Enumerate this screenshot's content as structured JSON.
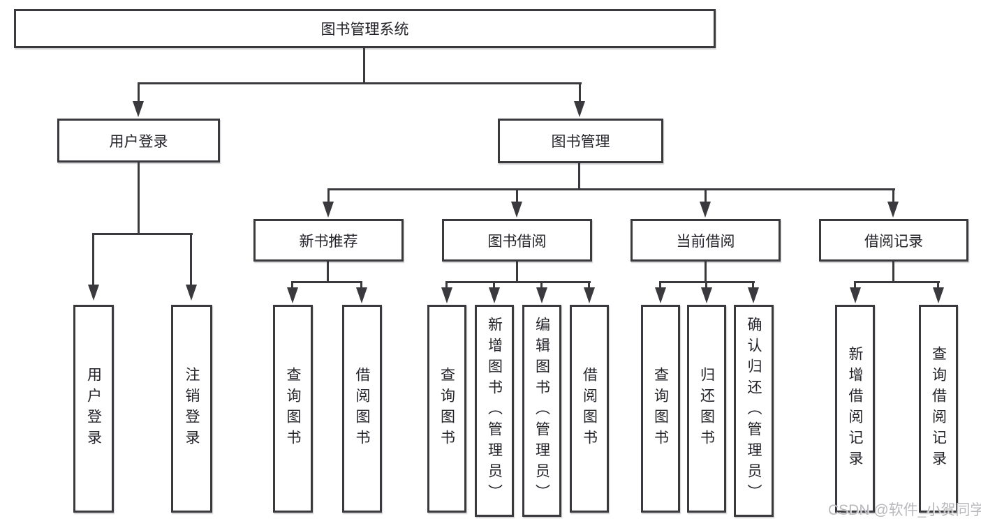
{
  "diagram": {
    "root": {
      "label": "图书管理系统",
      "children": [
        {
          "label": "用户登录",
          "children": [
            {
              "label": "用户登录"
            },
            {
              "label": "注销登录"
            }
          ]
        },
        {
          "label": "图书管理",
          "children": [
            {
              "label": "新书推荐",
              "children": [
                {
                  "label": "查询图书"
                },
                {
                  "label": "借阅图书"
                }
              ]
            },
            {
              "label": "图书借阅",
              "children": [
                {
                  "label": "查询图书"
                },
                {
                  "label": "新增图书（管理员）"
                },
                {
                  "label": "编辑图书（管理员）"
                },
                {
                  "label": "借阅图书"
                }
              ]
            },
            {
              "label": "当前借阅",
              "children": [
                {
                  "label": "查询图书"
                },
                {
                  "label": "归还图书"
                },
                {
                  "label": "确认归还（管理员）"
                }
              ]
            },
            {
              "label": "借阅记录",
              "children": [
                {
                  "label": "新增借阅记录"
                },
                {
                  "label": "查询借阅记录"
                }
              ]
            }
          ]
        }
      ]
    }
  },
  "watermark": {
    "text": "CSDN @软件_小贺同学"
  },
  "colors": {
    "line": "#3a3a3e",
    "text": "#232329",
    "watermark": "#b9b9bd",
    "background": "#ffffff"
  }
}
